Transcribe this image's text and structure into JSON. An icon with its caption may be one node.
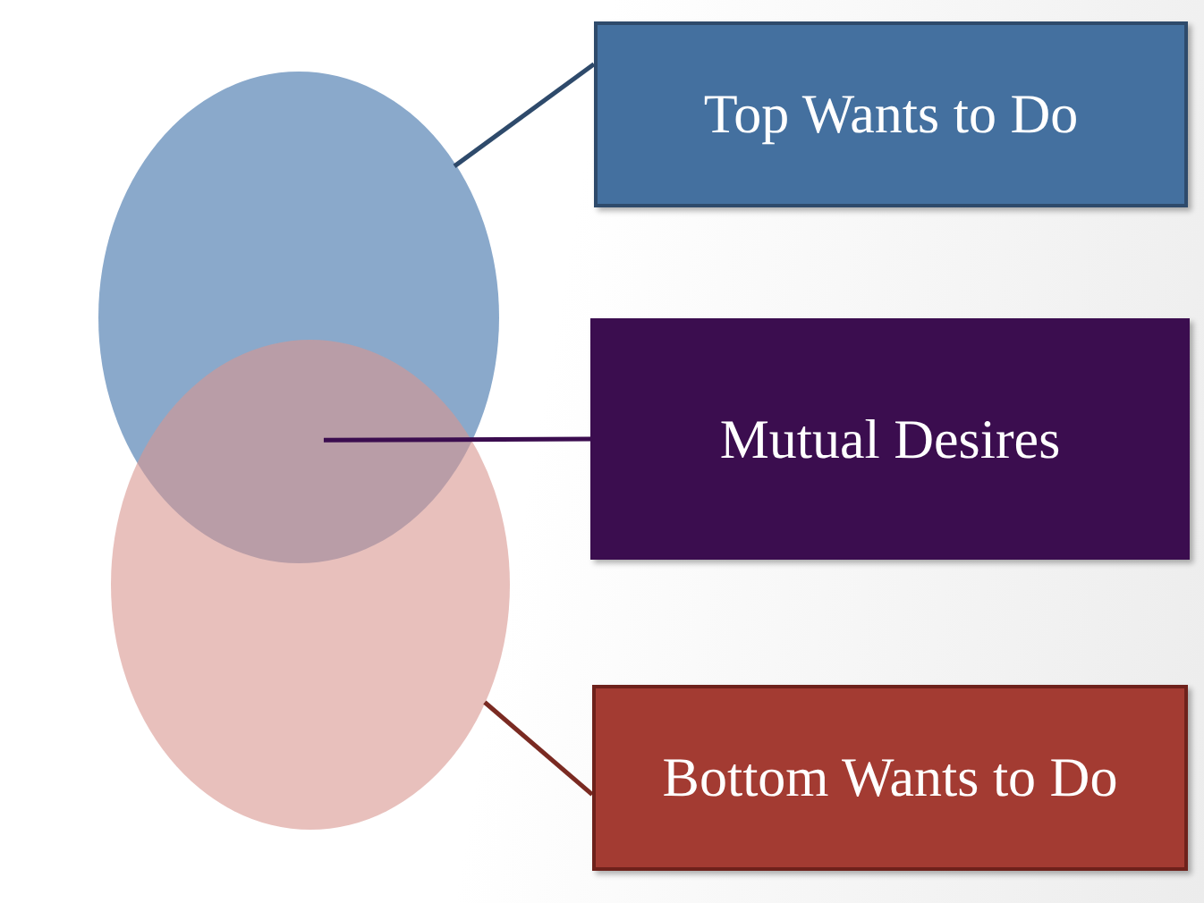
{
  "diagram": {
    "nodes": [
      {
        "text": [
          "Top Wants to Do"
        ]
      },
      {
        "text": [
          "Mutual Desires"
        ]
      },
      {
        "text": [
          "Bottom Wants to Do"
        ]
      },
      {
        "text": [],
        "shape": "circle"
      },
      {
        "text": [],
        "shape": "circle"
      }
    ],
    "edges": [
      {
        "from": 0,
        "to": 3,
        "arrow": "none",
        "color": "#2e4a6b"
      },
      {
        "from": 1,
        "to": 4,
        "arrow": "none",
        "color": "#3b0d4f"
      },
      {
        "from": 2,
        "to": 4,
        "arrow": "none",
        "color": "#7a2a22"
      }
    ]
  }
}
